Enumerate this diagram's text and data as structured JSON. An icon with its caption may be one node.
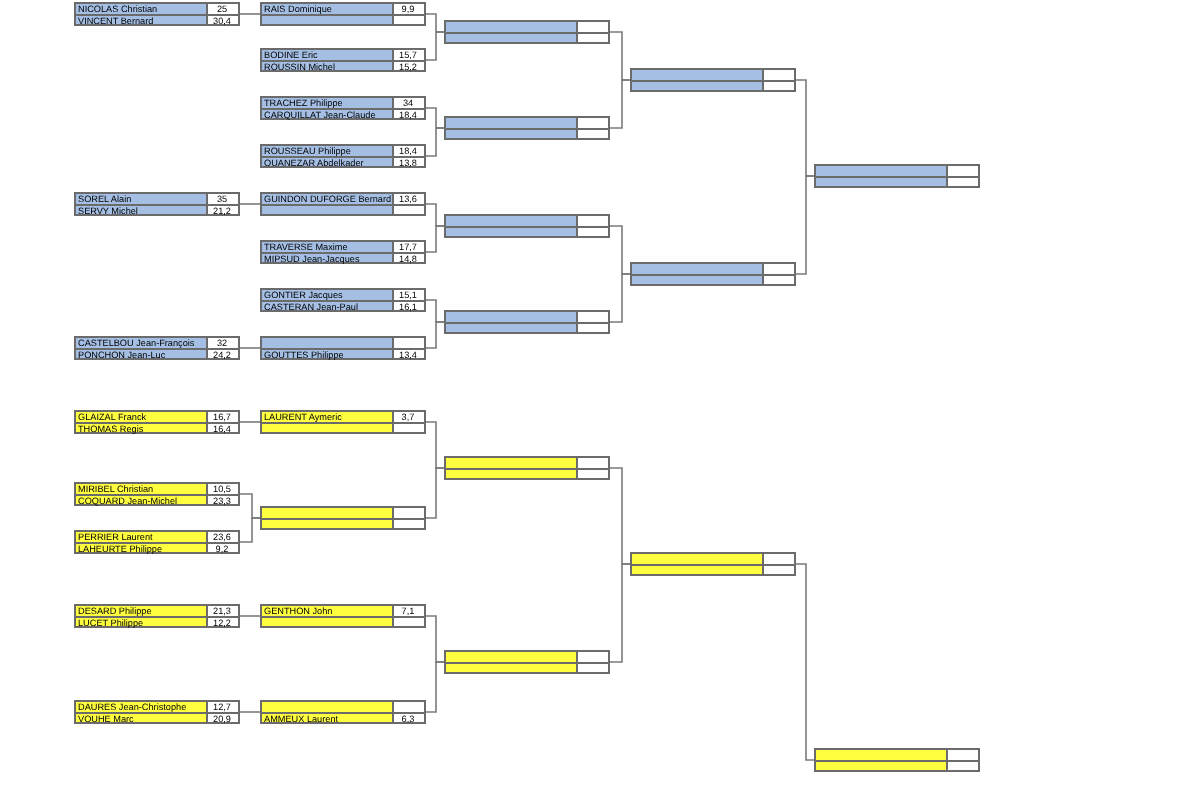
{
  "diagram": {
    "nodes": [
      {
        "text": [
          "NICOLAS Christian",
          "25",
          "VINCENT Bernard",
          "30,4"
        ]
      },
      {
        "text": [
          "SOREL Alain",
          "35",
          "SERVY Michel",
          "21,2"
        ]
      },
      {
        "text": [
          "CASTELBOU Jean-François",
          "32",
          "PONCHON Jean-Luc",
          "24,2"
        ]
      },
      {
        "text": [
          "GLAIZAL Franck",
          "16,7",
          "THOMAS Regis",
          "16,4"
        ]
      },
      {
        "text": [
          "MIRIBEL Christian",
          "10,5",
          "COQUARD Jean-Michel",
          "23,3"
        ]
      },
      {
        "text": [
          "PERRIER Laurent",
          "23,6",
          "LAHEURTE Philippe",
          "9,2"
        ]
      },
      {
        "text": [
          "DESARD Philippe",
          "21,3",
          "LUCET Philippe",
          "12,2"
        ]
      },
      {
        "text": [
          "DAURES Jean-Christophe",
          "12,7",
          "VOUHE Marc",
          "20,9"
        ]
      },
      {
        "text": [
          "RAIS Dominique",
          "9,9"
        ]
      },
      {
        "text": [
          "BODINE Eric",
          "15,7",
          "ROUSSIN Michel",
          "15,2"
        ]
      },
      {
        "text": [
          "TRACHEZ Philippe",
          "34",
          "CARQUILLAT Jean-Claude",
          "18,4"
        ]
      },
      {
        "text": [
          "ROUSSEAU Philippe",
          "18,4",
          "OUANEZAR Abdelkader",
          "13,8"
        ]
      },
      {
        "text": [
          "GUINDON DUFORGE Bernard",
          "13,6"
        ]
      },
      {
        "text": [
          "TRAVERSE Maxime",
          "17,7",
          "MIPSUD Jean-Jacques",
          "14,8"
        ]
      },
      {
        "text": [
          "GONTIER Jacques",
          "15,1",
          "CASTERAN Jean-Paul",
          "16,1"
        ]
      },
      {
        "text": [
          "GOUTTES Philippe",
          "13,4"
        ]
      },
      {
        "text": [
          "LAURENT Aymeric",
          "3,7"
        ]
      },
      {
        "text": [],
        "shape": "box"
      },
      {
        "text": [
          "GENTHON John",
          "7,1"
        ]
      },
      {
        "text": [
          "AMMEUX Laurent",
          "6,3"
        ]
      },
      {
        "text": [],
        "shape": "box"
      },
      {
        "text": [],
        "shape": "box"
      },
      {
        "text": [],
        "shape": "box"
      },
      {
        "text": [],
        "shape": "box"
      },
      {
        "text": [],
        "shape": "box"
      },
      {
        "text": [],
        "shape": "box"
      },
      {
        "text": [],
        "shape": "box"
      },
      {
        "text": [],
        "shape": "box"
      },
      {
        "text": [],
        "shape": "box"
      },
      {
        "text": [],
        "shape": "box"
      },
      {
        "text": [],
        "shape": "box"
      }
    ],
    "edges": [
      {
        "from": 0,
        "to": 8,
        "arrow": "none"
      },
      {
        "from": 1,
        "to": 12,
        "arrow": "none"
      },
      {
        "from": 2,
        "to": 15,
        "arrow": "none"
      },
      {
        "from": 3,
        "to": 16,
        "arrow": "none"
      },
      {
        "from": 4,
        "to": 17,
        "arrow": "none"
      },
      {
        "from": 5,
        "to": 17,
        "arrow": "none"
      },
      {
        "from": 6,
        "to": 18,
        "arrow": "none"
      },
      {
        "from": 7,
        "to": 19,
        "arrow": "none"
      },
      {
        "from": 8,
        "to": 20,
        "arrow": "none"
      },
      {
        "from": 9,
        "to": 20,
        "arrow": "none"
      },
      {
        "from": 10,
        "to": 21,
        "arrow": "none"
      },
      {
        "from": 11,
        "to": 21,
        "arrow": "none"
      },
      {
        "from": 12,
        "to": 22,
        "arrow": "none"
      },
      {
        "from": 13,
        "to": 22,
        "arrow": "none"
      },
      {
        "from": 14,
        "to": 23,
        "arrow": "none"
      },
      {
        "from": 15,
        "to": 23,
        "arrow": "none"
      },
      {
        "from": 16,
        "to": 24,
        "arrow": "none"
      },
      {
        "from": 17,
        "to": 24,
        "arrow": "none"
      },
      {
        "from": 18,
        "to": 25,
        "arrow": "none"
      },
      {
        "from": 19,
        "to": 25,
        "arrow": "none"
      },
      {
        "from": 20,
        "to": 26,
        "arrow": "none"
      },
      {
        "from": 21,
        "to": 26,
        "arrow": "none"
      },
      {
        "from": 22,
        "to": 27,
        "arrow": "none"
      },
      {
        "from": 23,
        "to": 27,
        "arrow": "none"
      },
      {
        "from": 24,
        "to": 28,
        "arrow": "none"
      },
      {
        "from": 25,
        "to": 28,
        "arrow": "none"
      },
      {
        "from": 26,
        "to": 29,
        "arrow": "none"
      },
      {
        "from": 27,
        "to": 29,
        "arrow": "none"
      },
      {
        "from": 28,
        "to": 30,
        "arrow": "none"
      }
    ]
  }
}
